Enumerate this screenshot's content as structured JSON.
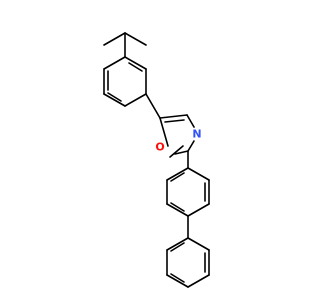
{
  "molecule": {
    "atoms": [
      {
        "id": "O1",
        "label": "O",
        "color": "#ff0d0d"
      },
      {
        "id": "N3",
        "label": "N",
        "color": "#3050f8"
      }
    ],
    "colors": {
      "bond": "#000000",
      "oxygen": "#ff0d0d",
      "nitrogen": "#3050f8",
      "background": "#ffffff"
    }
  }
}
